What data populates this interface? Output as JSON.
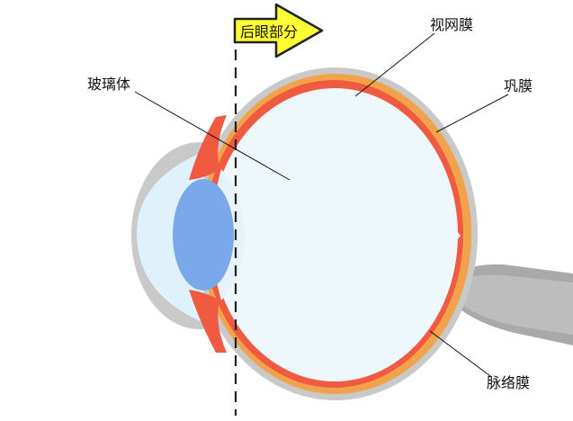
{
  "banner": {
    "label": "后眼部分",
    "fill_color": "#ffff33",
    "stroke_color": "#222222",
    "icon": "arrow-right-icon"
  },
  "labels": {
    "vitreous": "玻璃体",
    "retina": "视网膜",
    "sclera": "巩膜",
    "choroid": "脉络膜"
  },
  "colors": {
    "sclera": "#c9c9c9",
    "choroid": "#f2a24a",
    "retina": "#f05a40",
    "vitreous": "#eef7fb",
    "cornea": "#dff1fb",
    "lens": "#79a9ea",
    "optic_nerve": "#a8a8a8",
    "divider": "#222222"
  }
}
